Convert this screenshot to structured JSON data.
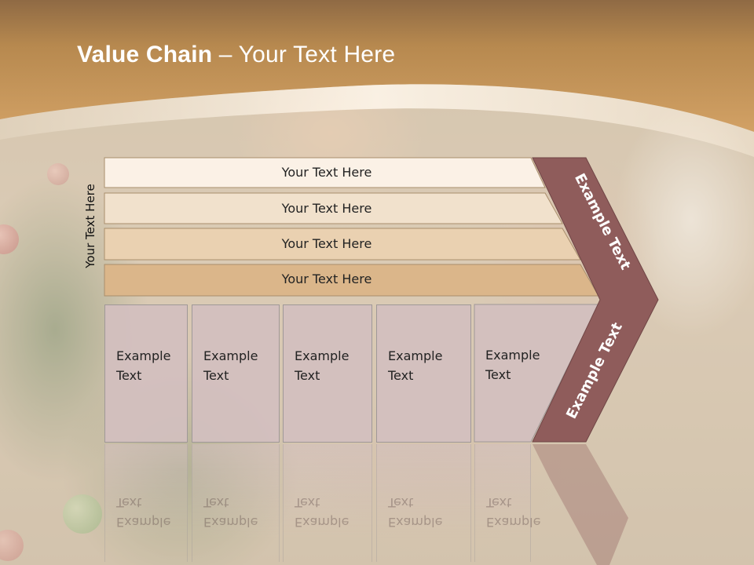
{
  "slide": {
    "title_bold": "Value Chain",
    "title_rest": " – Your Text Here",
    "side_label": "Your Text Here",
    "bars": [
      {
        "label": "Your Text Here",
        "color": "#fbf1e6"
      },
      {
        "label": "Your Text Here",
        "color": "#f1e1cc"
      },
      {
        "label": "Your Text Here",
        "color": "#ead1b1"
      },
      {
        "label": "Your Text Here",
        "color": "#dbb68a"
      }
    ],
    "boxes": [
      {
        "line1": "Example",
        "line2": "Text"
      },
      {
        "line1": "Example",
        "line2": "Text"
      },
      {
        "line1": "Example",
        "line2": "Text"
      },
      {
        "line1": "Example",
        "line2": "Text"
      },
      {
        "line1": "Example",
        "line2": "Text"
      }
    ],
    "chevron_top_text": "Example Text",
    "chevron_bottom_text": "Example Text"
  },
  "colors": {
    "header_band": "#c08c4a",
    "chevron": "#8f5c5b",
    "box_fill": "#d3bfbf"
  }
}
